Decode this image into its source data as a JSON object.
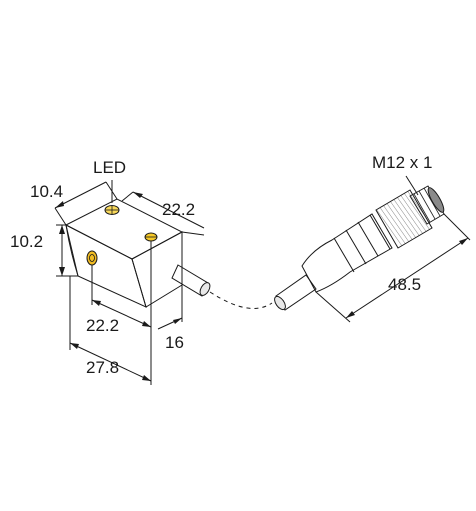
{
  "drawing": {
    "labels": {
      "led": "LED",
      "connector": "M12 x 1"
    },
    "dimensions": {
      "width_top": "10.4",
      "height_side": "10.2",
      "length_top": "22.2",
      "length_bottom": "22.2",
      "cable_offset": "16",
      "total_length": "27.8",
      "connector_length": "48.5"
    },
    "colors": {
      "housing_top": "#f6c928",
      "housing_front": "#f0b81c",
      "housing_side": "#e0a410",
      "cable": "#bfbfbf",
      "connector_body": "#4a4a4a"
    }
  }
}
